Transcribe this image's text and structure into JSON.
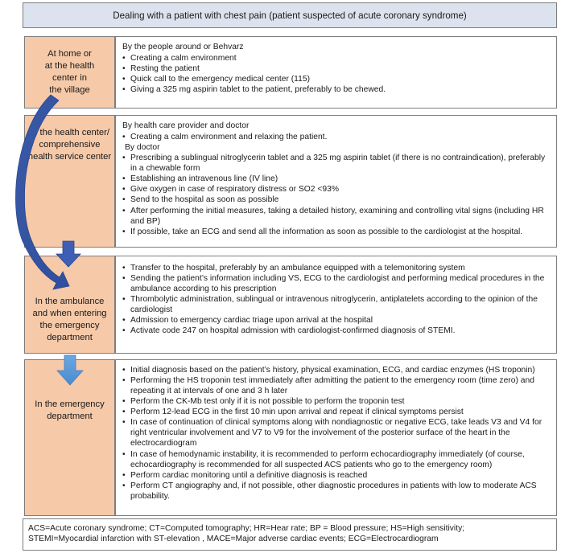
{
  "title": "Dealing with a patient with chest pain (patient suspected of acute coronary syndrome)",
  "colors": {
    "stage_fill": "#f6c9a8",
    "header_fill": "#dce3ee",
    "arrow_dark": "#3f5fb4",
    "arrow_light": "#5b9bd5"
  },
  "icons": [
    "curved-arrow-icon",
    "down-arrow-icon"
  ],
  "stages": [
    {
      "label": "At home or\nat the health\ncenter in\nthe village",
      "intro": "By the people around or Behvarz",
      "items": [
        "Creating a calm environment",
        "Resting the patient",
        "Quick call to the emergency medical center (115)",
        "Giving a 325 mg aspirin tablet to the patient, preferably to be chewed."
      ]
    },
    {
      "label": "In the health center/\ncomprehensive\nhealth service center",
      "intro": "By health care provider and doctor",
      "items": [
        "Creating a calm environment and relaxing the patient.",
        "Prescribing a sublingual nitroglycerin tablet and a 325 mg aspirin tablet (if there is no contraindication), preferably in a chewable form",
        "Establishing an intravenous line (IV line)",
        "Give oxygen in case of respiratory distress or SO2 <93%",
        "Send to the hospital as soon as possible",
        "After performing the initial measures, taking a detailed history, examining and controlling vital signs (including HR and BP)",
        "If possible, take an ECG and send all the information as soon as possible to the cardiologist at the hospital."
      ],
      "subnote": "By doctor"
    },
    {
      "label": "In the ambulance\nand when entering\nthe emergency\ndepartment",
      "intro": "",
      "items": [
        "Transfer to the hospital, preferably by an ambulance equipped with a telemonitoring system",
        "Sending the patient’s information including VS, ECG to the cardiologist and performing medical procedures in the ambulance according to his prescription",
        "Thrombolytic administration, sublingual or intravenous nitroglycerin, antiplatelets according to the opinion of the cardiologist",
        "Admission to emergency cardiac triage upon arrival at the hospital",
        "Activate code 247 on hospital admission with cardiologist-confirmed diagnosis of STEMI."
      ]
    },
    {
      "label": "In the emergency\ndepartment",
      "intro": "",
      "items": [
        "Initial diagnosis based on the patient’s history, physical examination, ECG, and cardiac enzymes (HS troponin)",
        "Performing the HS troponin test immediately after admitting the patient to the emergency room (time zero) and repeating it at intervals of one and 3 h later",
        "Perform the CK-Mb test only if it is not possible to perform the troponin test",
        "Perform 12-lead ECG in the first 10 min upon arrival and repeat if clinical symptoms persist",
        "In case of continuation of clinical symptoms along with nondiagnostic or negative ECG, take leads V3 and V4 for right ventricular involvement and V7 to V9 for the involvement of the posterior surface of the heart in the electrocardiogram",
        "In case of hemodynamic instability, it is recommended to perform echocardiography immediately (of course, echocardiography is recommended for all suspected ACS patients who go to the emergency room)",
        "Perform cardiac monitoring until a definitive diagnosis is reached",
        "Perform CT angiography and, if not possible, other diagnostic procedures in patients with low to moderate ACS probability."
      ]
    }
  ],
  "footer": {
    "line1": "ACS=Acute coronary syndrome; CT=Computed tomography; HR=Hear rate; BP = Blood pressure; HS=High sensitivity;",
    "line2": "STEMI=Myocardial infarction with ST-elevation , MACE=Major adverse cardiac events; ECG=Electrocardiogram"
  }
}
